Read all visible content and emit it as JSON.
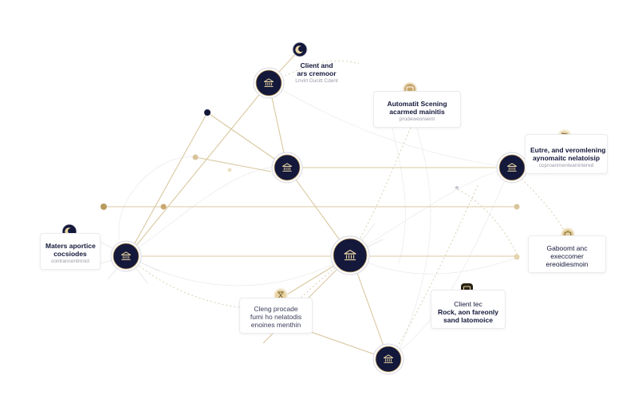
{
  "colors": {
    "navy": "#14183a",
    "gold": "#c9a76b",
    "line_gold": "#d9c8a0",
    "line_soft": "#e6e6ea",
    "card_border": "#ececf0"
  },
  "cards": [
    {
      "id": "card-client-cr",
      "title_lines": [
        "Client and",
        "ars cremoor"
      ],
      "sub_lines": [
        "Lnvirt Ducitt Cdent"
      ],
      "badge_icon": "moon-icon"
    },
    {
      "id": "card-automatic",
      "title_lines": [
        "Automatit Scening",
        "acarmed mainitis"
      ],
      "sub_lines": [
        "prodeweorwent"
      ],
      "badge_icon": "toolbox-icon"
    },
    {
      "id": "card-eutre",
      "title_lines": [
        "Eutre, and veromlening",
        "aynomaitc nelatoisip"
      ],
      "sub_lines": [
        "coproanmenteanintered"
      ],
      "badge_icon": "flag-icon"
    },
    {
      "id": "card-mators",
      "title_lines": [
        "Maters aportice",
        "cocsiodes"
      ],
      "sub_lines": [
        "contrancentmnct"
      ],
      "badge_icon": "moon-icon"
    },
    {
      "id": "card-gaboomt",
      "title_lines": [
        "Gaboomt anc",
        "execcomer",
        "ereoidiesmoin"
      ],
      "sub_lines": [],
      "badge_icon": "shield-icon"
    },
    {
      "id": "card-client-te",
      "title_lines": [
        "Client tec",
        "Rock, aon fareonly",
        "sand latomoice"
      ],
      "sub_lines": [],
      "badge_icon": "calendar-icon"
    },
    {
      "id": "card-cleng",
      "title_lines": [
        "Cleng procade",
        "fumi ho nelatodis",
        "enoines menthin"
      ],
      "sub_lines": [],
      "badge_icon": "hourglass-icon"
    }
  ],
  "hubs": [
    {
      "id": "hub-top",
      "icon": "bank-icon"
    },
    {
      "id": "hub-mid",
      "icon": "bank-icon"
    },
    {
      "id": "hub-right",
      "icon": "bank-icon"
    },
    {
      "id": "hub-left",
      "icon": "bank-icon"
    },
    {
      "id": "hub-center",
      "icon": "bank-icon"
    },
    {
      "id": "hub-bottom",
      "icon": "bank-icon"
    }
  ]
}
